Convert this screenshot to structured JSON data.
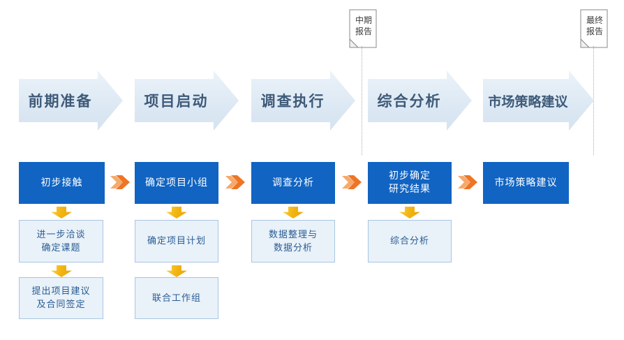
{
  "colors": {
    "primary_blue": "#1164c2",
    "chevron_light_blue": "#dde9f4",
    "chevron_text": "#3e5a78",
    "orange_front": "#ee7525",
    "orange_back": "#f6a96a",
    "gold": "#f0ae0a",
    "substep_bg": "#e9f1f9",
    "substep_border": "#a9c6e0",
    "substep_text": "#2a5d93"
  },
  "phases": [
    {
      "label": "前期准备"
    },
    {
      "label": "项目启动"
    },
    {
      "label": "调查执行"
    },
    {
      "label": "综合分析"
    },
    {
      "label": "市场策略建议"
    }
  ],
  "reports": {
    "mid": {
      "line1": "中期",
      "line2": "报告"
    },
    "final": {
      "line1": "最终",
      "line2": "报告"
    }
  },
  "steps": [
    {
      "line1": "初步接触",
      "line2": ""
    },
    {
      "line1": "确定项目小组",
      "line2": ""
    },
    {
      "line1": "调查分析",
      "line2": ""
    },
    {
      "line1": "初步确定",
      "line2": "研究结果"
    },
    {
      "line1": "市场策略建议",
      "line2": ""
    }
  ],
  "substeps": [
    {
      "line1": "进一步洽谈",
      "line2": "确定课题"
    },
    {
      "line1": "提出项目建议",
      "line2": "及合同签定"
    },
    {
      "line1": "确定项目计划",
      "line2": ""
    },
    {
      "line1": "联合工作组",
      "line2": ""
    },
    {
      "line1": "数据整理与",
      "line2": "数据分析"
    },
    {
      "line1": "综合分析",
      "line2": ""
    }
  ]
}
